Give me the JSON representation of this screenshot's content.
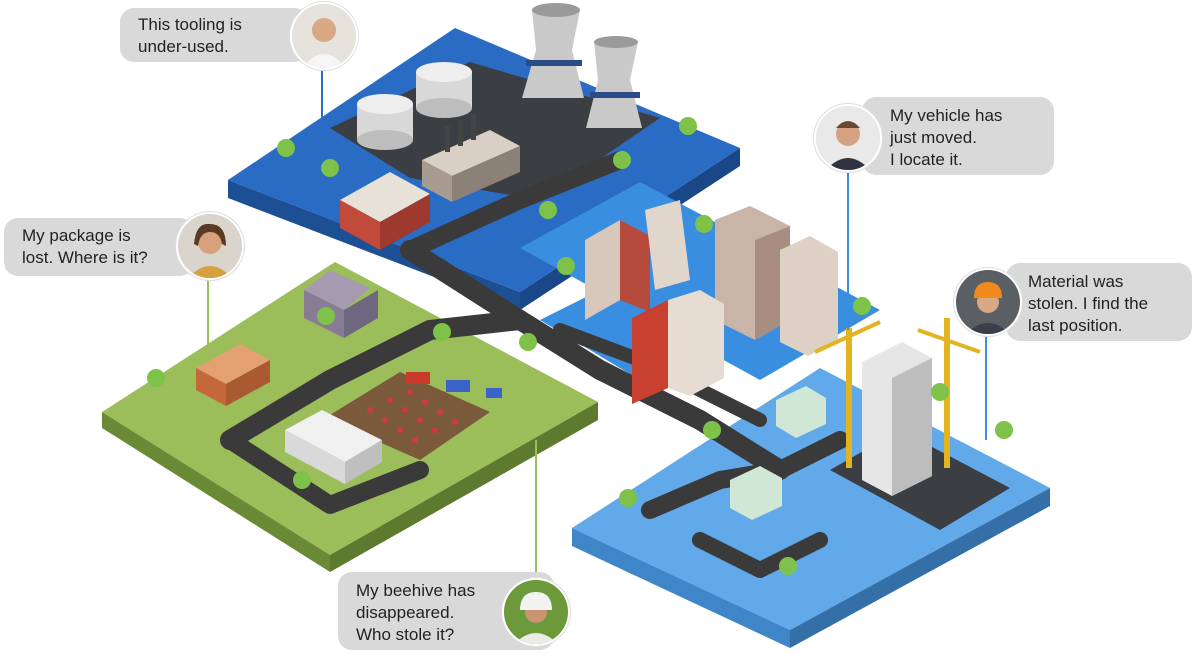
{
  "colors": {
    "zone_industrial": "#2a6cc4",
    "zone_urban": "#3a8ee0",
    "zone_construction": "#62a9ea",
    "zone_farm": "#9bbd5a",
    "road": "#3a3a3a",
    "bubble": "#d9d9d9",
    "line_blue": "#3a8ee0",
    "line_green": "#9bbd5a"
  },
  "bubbles": {
    "tooling": {
      "line1": "This tooling is",
      "line2": "under-used."
    },
    "package": {
      "line1": "My package is",
      "line2": "lost. Where is it?"
    },
    "vehicle": {
      "line1": "My vehicle has",
      "line2": "just moved.",
      "line3": "I locate it."
    },
    "material": {
      "line1": "Material was",
      "line2": "stolen. I find the",
      "line3": "last position."
    },
    "beehive": {
      "line1": "My beehive has",
      "line2": "disappeared.",
      "line3": "Who stole it?"
    }
  },
  "icons": [
    "person-avatar-icon",
    "cooling-tower-icon",
    "storage-tank-icon",
    "crane-icon",
    "tree-icon",
    "house-icon",
    "tractor-icon"
  ]
}
